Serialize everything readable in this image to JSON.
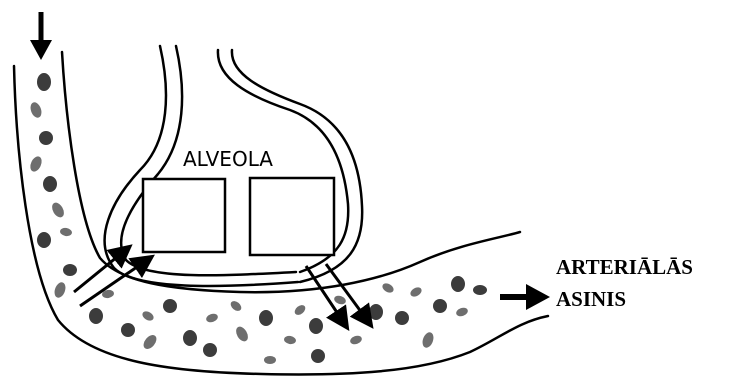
{
  "labels": {
    "alveolus": "ALVEOLA",
    "arterial_blood_line1": "ARTERIĀLĀS",
    "arterial_blood_line2": "ASINIS"
  },
  "blanks": {
    "left_box": "",
    "right_box": ""
  },
  "colors": {
    "line": "#000000",
    "cell_dark": "#3c3c3c",
    "cell_mid": "#6e6e6e",
    "background": "#ffffff"
  }
}
